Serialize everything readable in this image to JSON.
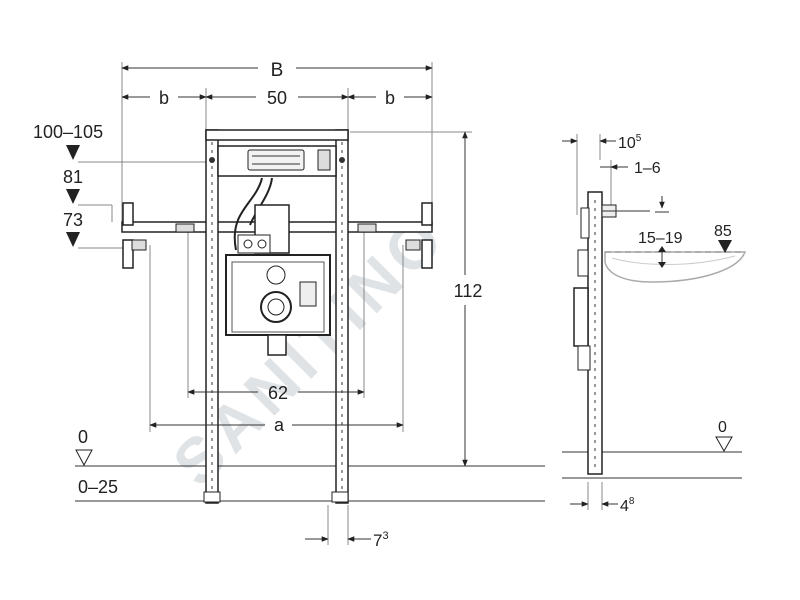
{
  "watermark": "SANITINO",
  "front_view": {
    "dim_overall_width": "B",
    "dim_side_left": "b",
    "dim_frame_width": "50",
    "dim_side_right": "b",
    "dim_inner_width": "62",
    "dim_fixing_width": "a",
    "dim_height": "112",
    "level_top": "100–105",
    "level_upper": "81",
    "level_lower": "73",
    "level_zero": "0",
    "level_floor": "0–25",
    "dim_leg_width": "7",
    "dim_leg_width_sup": "3"
  },
  "side_view": {
    "dim_depth": "10",
    "dim_depth_sup": "5",
    "dim_offset": "1–6",
    "dim_range": "15–19",
    "level_height": "85",
    "level_zero": "0",
    "dim_foot": "4",
    "dim_foot_sup": "8"
  }
}
